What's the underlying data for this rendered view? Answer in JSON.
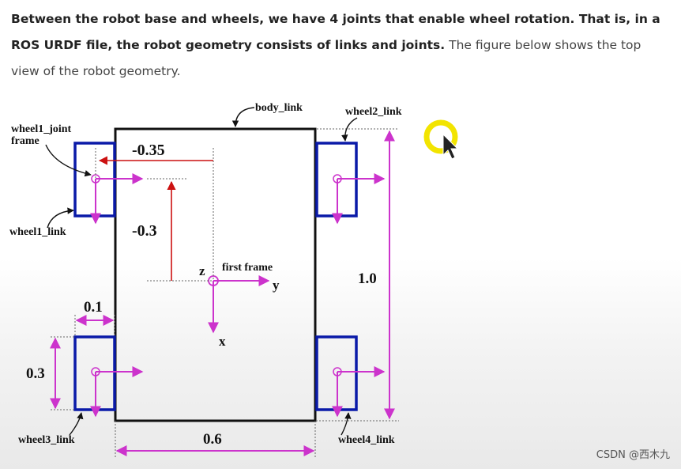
{
  "paragraph": {
    "bold": "Between the robot base and wheels, we have 4 joints that enable wheel rotation. That is, in a ROS URDF file, the robot geometry consists of links and joints.",
    "normal": " The figure below shows the top view of the robot geometry."
  },
  "diagram": {
    "labels": {
      "body_link": "body_link",
      "wheel2_link": "wheel2_link",
      "wheel1_joint_line1": "wheel1_joint",
      "wheel1_joint_line2": "frame",
      "wheel1_link": "wheel1_link",
      "wheel3_link": "wheel3_link",
      "wheel4_link": "wheel4_link",
      "first_frame": "first frame",
      "axis_x": "x",
      "axis_y": "y",
      "axis_z": "z"
    },
    "dimensions": {
      "offset_y": "-0.35",
      "offset_x": "-0.3",
      "wheel_width": "0.1",
      "wheel_length": "0.3",
      "body_width": "0.6",
      "body_length": "1.0"
    },
    "colors": {
      "wheel": "#0a1aa8",
      "frame_axis": "#cc33cc",
      "offset_arrow": "#cc1111",
      "body": "#111111"
    }
  },
  "watermark": "CSDN @西木九",
  "cursor": {
    "icon": "pointer-icon",
    "highlight": "#f2e400"
  }
}
